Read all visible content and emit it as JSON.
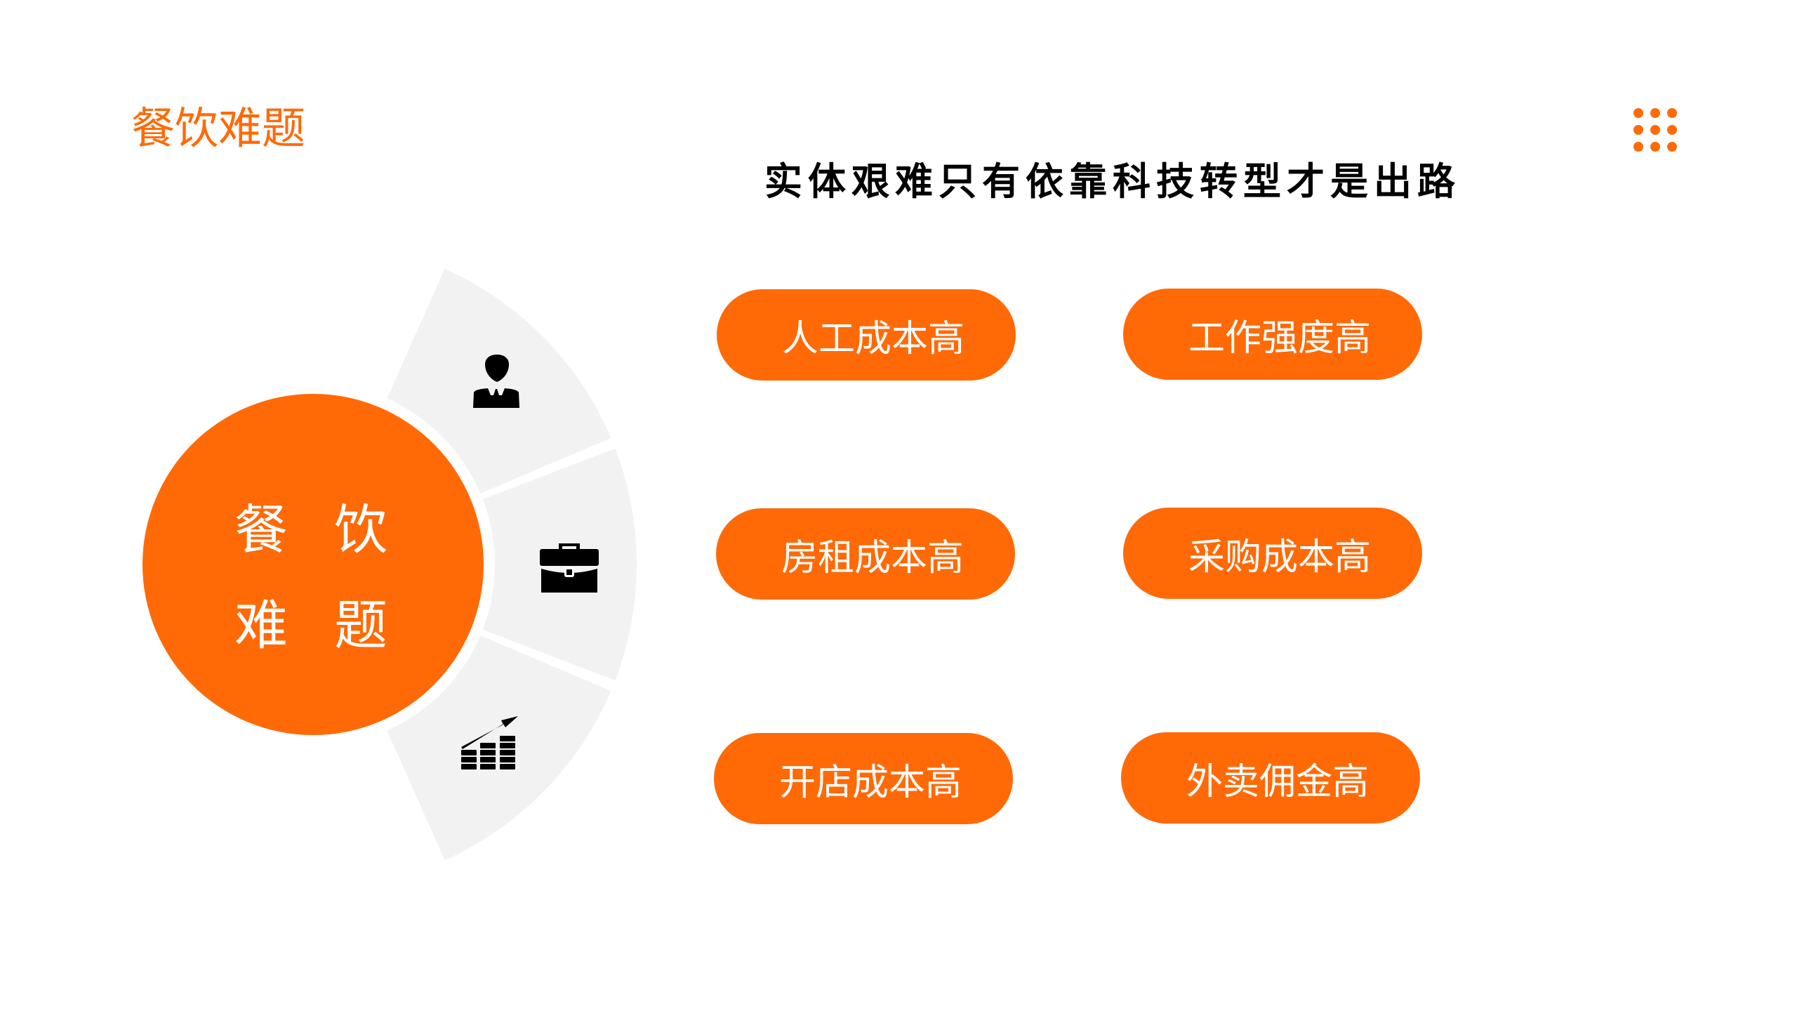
{
  "header": {
    "title": "餐饮难题",
    "subtitle": "实体艰难只有依靠科技转型才是出路",
    "menu_icon": "grid-dots-icon"
  },
  "circle": {
    "chars": [
      "餐",
      "饮",
      "难",
      "题"
    ]
  },
  "segments": [
    {
      "icon": "person-icon"
    },
    {
      "icon": "briefcase-icon"
    },
    {
      "icon": "growth-chart-icon"
    }
  ],
  "pills": [
    "人工成本高",
    "工作强度高",
    "房租成本高",
    "采购成本高",
    "开店成本高",
    "外卖佣金高"
  ],
  "colors": {
    "accent": "#ff6a07",
    "segment": "#f2f2f2"
  }
}
